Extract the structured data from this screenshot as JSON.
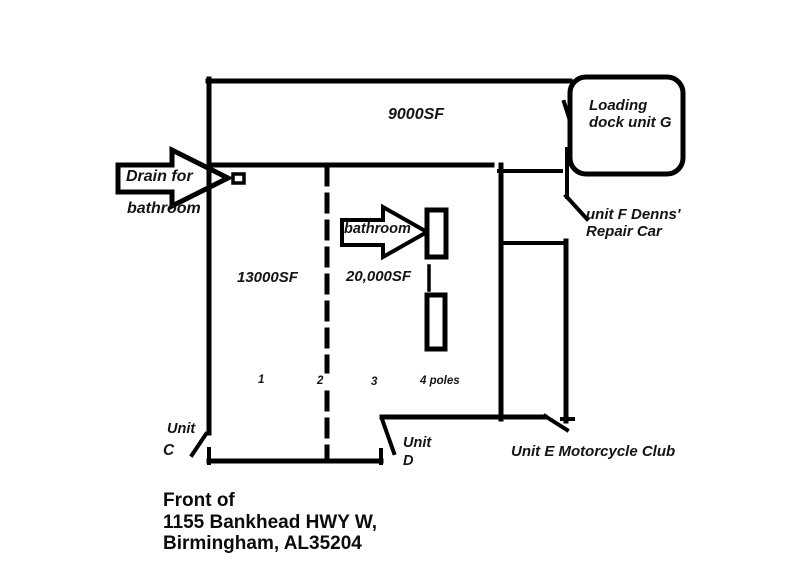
{
  "diagram": {
    "type": "floor-plan-sketch",
    "colors": {
      "ink": "#000000",
      "text": "#141414",
      "background": "#ffffff"
    },
    "areas": {
      "top_strip_sqft": "9000SF",
      "left_room_sqft": "13000SF",
      "middle_room_sqft": "20,000SF"
    },
    "labels": {
      "loading_dock_line1": "Loading",
      "loading_dock_line2": "dock unit G",
      "drain_line1": "Drain for",
      "drain_line2": "bathroom",
      "bathroom_arrow": "bathroom",
      "unit_f_line1": "unit F Denns'",
      "unit_f_line2": "Repair Car",
      "unit_c_line1": "Unit",
      "unit_c_line2": "C",
      "unit_d_line1": "Unit",
      "unit_d_line2": "D",
      "unit_e": "Unit E Motorcycle Club",
      "column_markers": [
        "1",
        "2",
        "3"
      ],
      "poles_note": "4 poles"
    },
    "address": {
      "line1": "Front of",
      "line2": "1155 Bankhead HWY W,",
      "line3": "Birmingham, AL35204"
    }
  }
}
